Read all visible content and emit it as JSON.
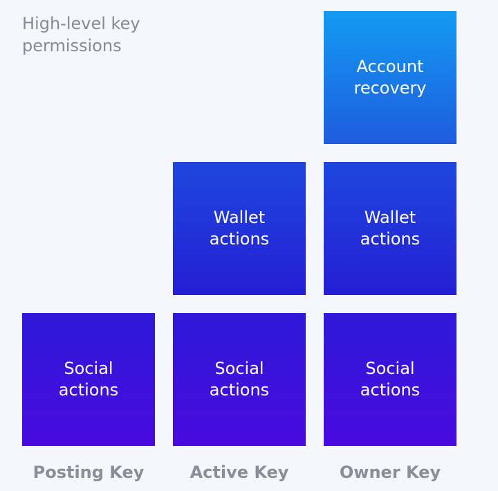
{
  "heading": {
    "line1": "High-level key",
    "line2": "permissions"
  },
  "tiles": {
    "account_recovery": {
      "line1": "Account",
      "line2": "recovery"
    },
    "wallet_active": {
      "line1": "Wallet",
      "line2": "actions"
    },
    "wallet_owner": {
      "line1": "Wallet",
      "line2": "actions"
    },
    "social_posting": {
      "line1": "Social",
      "line2": "actions"
    },
    "social_active": {
      "line1": "Social",
      "line2": "actions"
    },
    "social_owner": {
      "line1": "Social",
      "line2": "actions"
    }
  },
  "keys": {
    "posting": "Posting Key",
    "active": "Active Key",
    "owner": "Owner Key"
  },
  "colors": {
    "background": "#f6f7fd",
    "heading_text": "#858a96",
    "key_label_text": "#8a8e98",
    "tile_top_gradient": [
      "#139bf2",
      "#1e5cde"
    ],
    "tile_mid_gradient": [
      "#1e47de",
      "#251ed4"
    ],
    "tile_bottom_gradient": [
      "#2f19d8",
      "#4a0ae0"
    ]
  }
}
